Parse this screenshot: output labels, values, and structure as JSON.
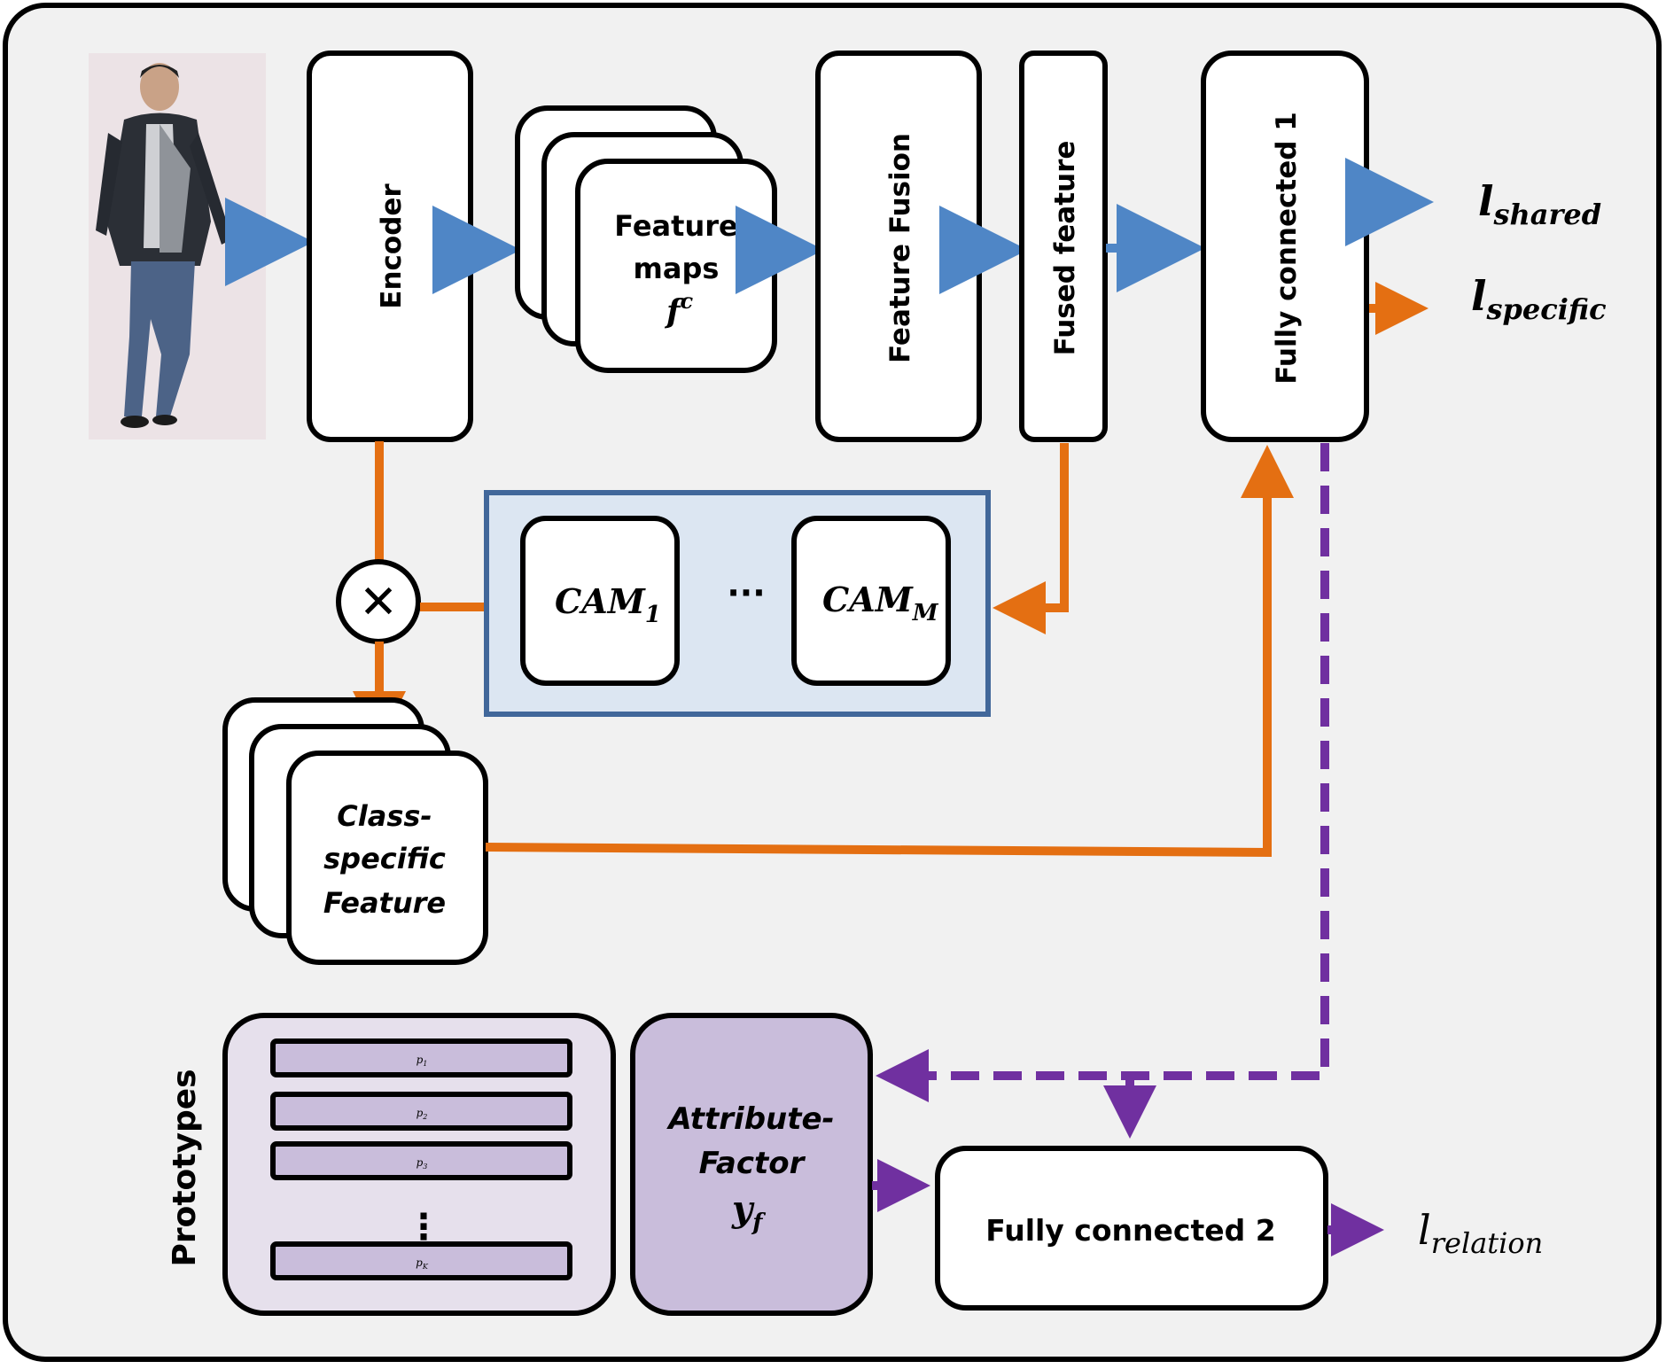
{
  "colors": {
    "background_panel": "#f1f1f1",
    "blue_arrow": "#4f86c6",
    "orange_arrow": "#e46f12",
    "purple_arrow": "#7030a0",
    "cam_panel_fill": "#dce6f2",
    "cam_panel_border": "#41679a",
    "prototype_panel_fill": "#e6e0ec",
    "prototype_bar_fill": "#c9bddb",
    "attribute_factor_fill": "#c9bddb"
  },
  "input_image": {
    "description_icon": "pedestrian-photo"
  },
  "blocks": {
    "encoder": "Encoder",
    "feature_maps_line1": "Feature",
    "feature_maps_line2": "maps",
    "feature_maps_symbol": "f",
    "feature_maps_superscript": "c",
    "feature_fusion": "Feature Fusion",
    "fused_feature": "Fused feature",
    "fully_connected_1": "Fully connected 1",
    "fully_connected_2": "Fully connected 2",
    "class_specific_line1": "Class-",
    "class_specific_line2": "specific",
    "class_specific_line3": "Feature",
    "attribute_factor_line1": "Attribute-",
    "attribute_factor_line2": "Factor",
    "attribute_factor_symbol": "y",
    "attribute_factor_subscript": "f",
    "prototypes_label": "Prototypes"
  },
  "cam": {
    "first": "CAM",
    "first_sub": "1",
    "ellipsis": "···",
    "last": "CAM",
    "last_sub": "M"
  },
  "multiply_symbol": "✕",
  "prototypes": [
    {
      "label": "p",
      "sub": "1"
    },
    {
      "label": "p",
      "sub": "2"
    },
    {
      "label": "p",
      "sub": "3"
    },
    {
      "label": "p",
      "sub": "K"
    }
  ],
  "prototype_ellipsis": "⋮",
  "losses": {
    "shared": {
      "symbol": "l",
      "sub": "shared"
    },
    "specific": {
      "symbol": "l",
      "sub": "specific"
    },
    "relation": {
      "symbol": "l",
      "sub": "relation"
    }
  }
}
